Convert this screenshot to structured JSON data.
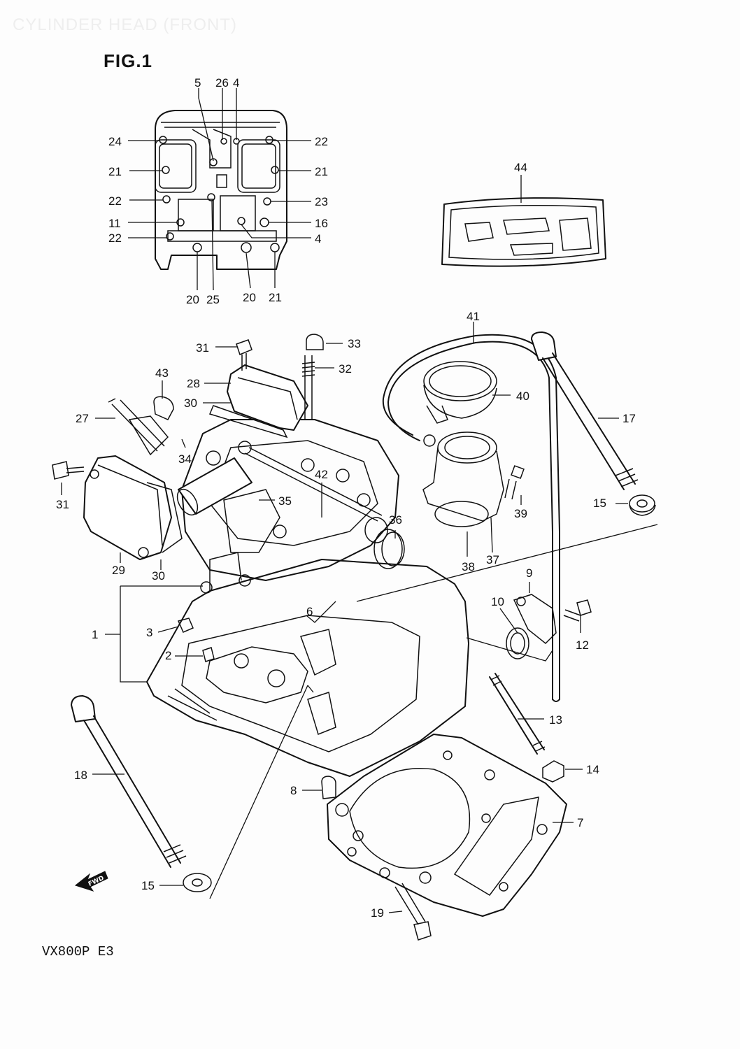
{
  "header_text": "CYLINDER HEAD (FRONT)",
  "figure_title": "FIG.1",
  "model_code": "VX800P  E3",
  "fwd_mark": "FWD",
  "callouts": [
    {
      "id": "c5",
      "text": "5"
    },
    {
      "id": "c26",
      "text": "26"
    },
    {
      "id": "c4a",
      "text": "4"
    },
    {
      "id": "c24",
      "text": "24"
    },
    {
      "id": "c22a",
      "text": "22"
    },
    {
      "id": "c21a",
      "text": "21"
    },
    {
      "id": "c21b",
      "text": "21"
    },
    {
      "id": "c22b",
      "text": "22"
    },
    {
      "id": "c23",
      "text": "23"
    },
    {
      "id": "c11",
      "text": "11"
    },
    {
      "id": "c16",
      "text": "16"
    },
    {
      "id": "c22c",
      "text": "22"
    },
    {
      "id": "c4b",
      "text": "4"
    },
    {
      "id": "c20a",
      "text": "20"
    },
    {
      "id": "c25",
      "text": "25"
    },
    {
      "id": "c20b",
      "text": "20"
    },
    {
      "id": "c21c",
      "text": "21"
    },
    {
      "id": "c44",
      "text": "44"
    },
    {
      "id": "c41",
      "text": "41"
    },
    {
      "id": "c31a",
      "text": "31"
    },
    {
      "id": "c33",
      "text": "33"
    },
    {
      "id": "c32",
      "text": "32"
    },
    {
      "id": "c43",
      "text": "43"
    },
    {
      "id": "c28",
      "text": "28"
    },
    {
      "id": "c30a",
      "text": "30"
    },
    {
      "id": "c40",
      "text": "40"
    },
    {
      "id": "c17",
      "text": "17"
    },
    {
      "id": "c27",
      "text": "27"
    },
    {
      "id": "c34",
      "text": "34"
    },
    {
      "id": "c31b",
      "text": "31"
    },
    {
      "id": "c42",
      "text": "42"
    },
    {
      "id": "c39",
      "text": "39"
    },
    {
      "id": "c15a",
      "text": "15"
    },
    {
      "id": "c35",
      "text": "35"
    },
    {
      "id": "c36",
      "text": "36"
    },
    {
      "id": "c29",
      "text": "29"
    },
    {
      "id": "c30b",
      "text": "30"
    },
    {
      "id": "c38",
      "text": "38"
    },
    {
      "id": "c37",
      "text": "37"
    },
    {
      "id": "c9",
      "text": "9"
    },
    {
      "id": "c10",
      "text": "10"
    },
    {
      "id": "c1",
      "text": "1"
    },
    {
      "id": "c3",
      "text": "3"
    },
    {
      "id": "c6",
      "text": "6"
    },
    {
      "id": "c12",
      "text": "12"
    },
    {
      "id": "c2",
      "text": "2"
    },
    {
      "id": "c13",
      "text": "13"
    },
    {
      "id": "c18",
      "text": "18"
    },
    {
      "id": "c14",
      "text": "14"
    },
    {
      "id": "c8",
      "text": "8"
    },
    {
      "id": "c7",
      "text": "7"
    },
    {
      "id": "c15b",
      "text": "15"
    },
    {
      "id": "c19",
      "text": "19"
    }
  ]
}
